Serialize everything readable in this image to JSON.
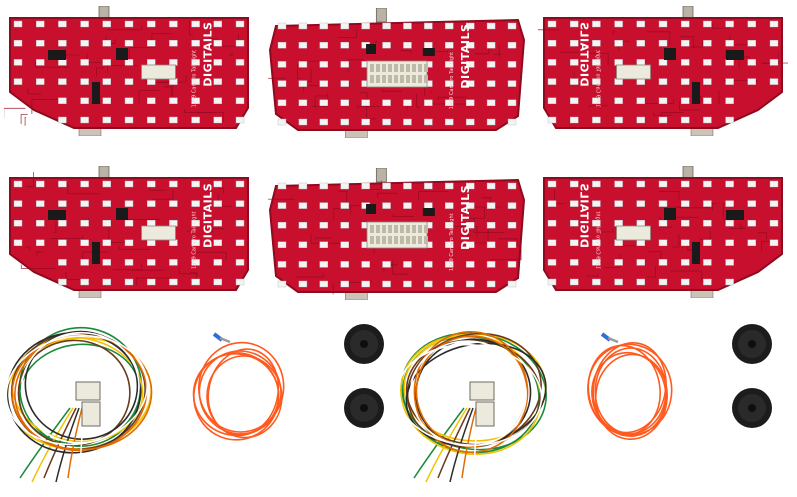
{
  "product": {
    "boards": [
      {
        "id": "board-top-left",
        "variant": "outer",
        "mirrored": false,
        "logo": "DIGITAILS",
        "pcb_label": "1969 Camaro Tail Light"
      },
      {
        "id": "board-top-center",
        "variant": "center",
        "mirrored": false,
        "logo": "DIGITAILS",
        "pcb_label": "1969 Camaro Tail Light"
      },
      {
        "id": "board-top-right",
        "variant": "outer",
        "mirrored": true,
        "logo": "DIGITAILS",
        "pcb_label": "1969 Camaro Tail Light"
      },
      {
        "id": "board-bottom-left",
        "variant": "outer",
        "mirrored": false,
        "logo": "DIGITAILS",
        "pcb_label": "1969 Camaro Tail Light"
      },
      {
        "id": "board-bottom-center",
        "variant": "center",
        "mirrored": false,
        "logo": "DIGITAILS",
        "pcb_label": "1969 Camaro Tail Light"
      },
      {
        "id": "board-bottom-right",
        "variant": "outer",
        "mirrored": true,
        "logo": "DIGITAILS",
        "pcb_label": "1969 Camaro Tail Light"
      }
    ],
    "colors": {
      "pcb_red": "#c8102e",
      "pcb_dark": "#8e0a1e",
      "led_white": "#f4f4f4",
      "chip_black": "#1a1a1a",
      "connector_ivory": "#ece9dd",
      "wire_orange": "#ff5a1f",
      "grommet_black": "#1c1c1c",
      "harness_colors": [
        "#1b8a3a",
        "#f2c200",
        "#6b3a1e",
        "#2b2b2b",
        "#e06b00",
        "#ffffff"
      ]
    },
    "accessories": {
      "harness_count": 2,
      "orange_lead_count": 2,
      "grommet_count": 4
    }
  }
}
